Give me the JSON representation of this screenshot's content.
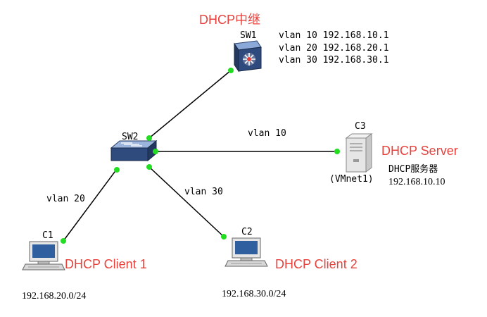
{
  "title": "DHCP中继",
  "sw1": {
    "name": "SW1",
    "vlans": [
      "vlan 10 192.168.10.1",
      "vlan 20 192.168.20.1",
      "vlan 30 192.168.30.1"
    ]
  },
  "sw2": {
    "name": "SW2"
  },
  "c3": {
    "name": "C3",
    "role": "DHCP Server",
    "adapter": "(VMnet1)",
    "desc": "DHCP服务器",
    "ip": "192.168.10.10"
  },
  "c1": {
    "name": "C1",
    "role": "DHCP Client 1",
    "subnet": "192.168.20.0/24"
  },
  "c2": {
    "name": "C2",
    "role": "DHCP Client 2",
    "subnet": "192.168.30.0/24"
  },
  "links": {
    "sw2_c3": "vlan 10",
    "sw2_c1": "vlan 20",
    "sw2_c2": "vlan 30"
  }
}
